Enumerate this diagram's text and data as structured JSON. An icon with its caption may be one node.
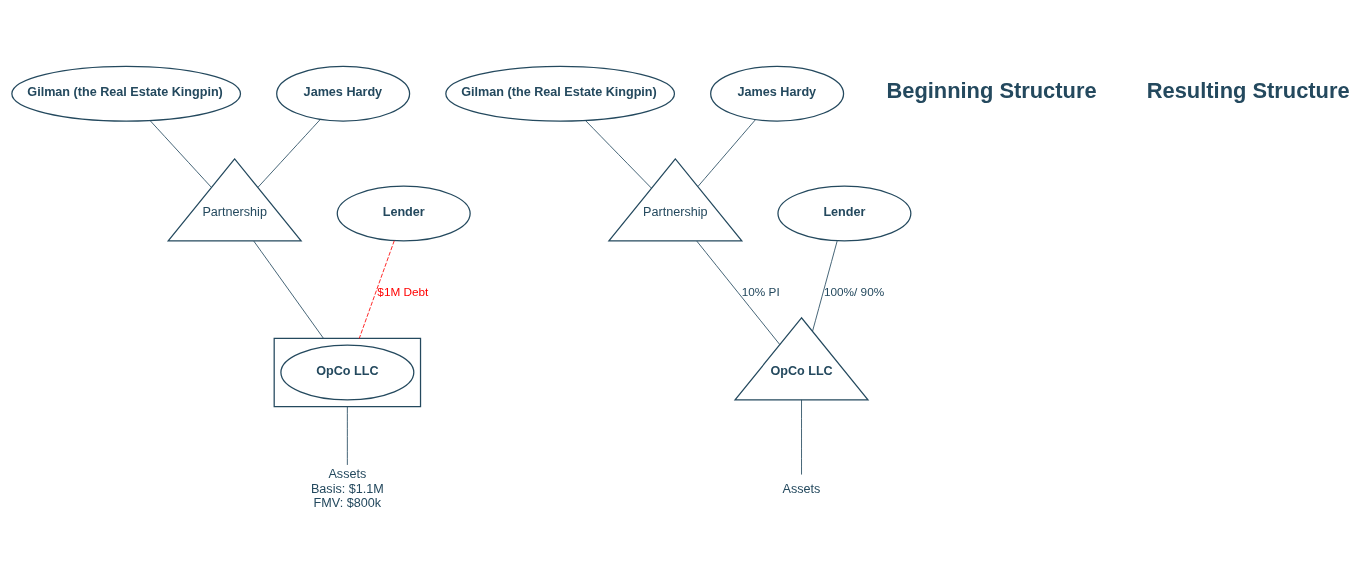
{
  "diagram": {
    "nodes": [
      {
        "text": [
          "Gilman (the Real Estate Kingpin)"
        ]
      },
      {
        "text": [
          "James Hardy"
        ]
      },
      {
        "text": [
          "Partnership"
        ]
      },
      {
        "text": [
          "Lender"
        ]
      },
      {
        "text": [],
        "shape": "box"
      },
      {
        "text": [
          "OpCo LLC"
        ],
        "in": 4
      },
      {
        "text": [
          "Assets",
          "Basis: $1.1M",
          "FMV: $800k"
        ]
      },
      {
        "text": [
          "Gilman (the Real Estate Kingpin)"
        ]
      },
      {
        "text": [
          "James Hardy"
        ]
      },
      {
        "text": [
          "Partnership"
        ]
      },
      {
        "text": [
          "Lender"
        ]
      },
      {
        "text": [
          "OpCo LLC"
        ]
      },
      {
        "text": [
          "Assets"
        ]
      }
    ],
    "edges": [
      {
        "from": 0,
        "to": 2,
        "arrow": "none"
      },
      {
        "from": 1,
        "to": 2,
        "arrow": "none"
      },
      {
        "from": 2,
        "to": 4,
        "arrow": "none"
      },
      {
        "from": 3,
        "to": 4,
        "arrow": "none",
        "label": "$1M Debt",
        "style": "dashed",
        "color": "#ff0000"
      },
      {
        "from": 4,
        "to": 6,
        "arrow": "none"
      },
      {
        "from": 7,
        "to": 9,
        "arrow": "none"
      },
      {
        "from": 8,
        "to": 9,
        "arrow": "none"
      },
      {
        "from": 9,
        "to": 11,
        "arrow": "none",
        "label": "10% PI"
      },
      {
        "from": 10,
        "to": 11,
        "arrow": "none",
        "label": "100%/ 90%"
      },
      {
        "from": 11,
        "to": 12,
        "arrow": "none"
      }
    ],
    "labels": [
      "Beginning Structure",
      "Resulting Structure"
    ]
  }
}
